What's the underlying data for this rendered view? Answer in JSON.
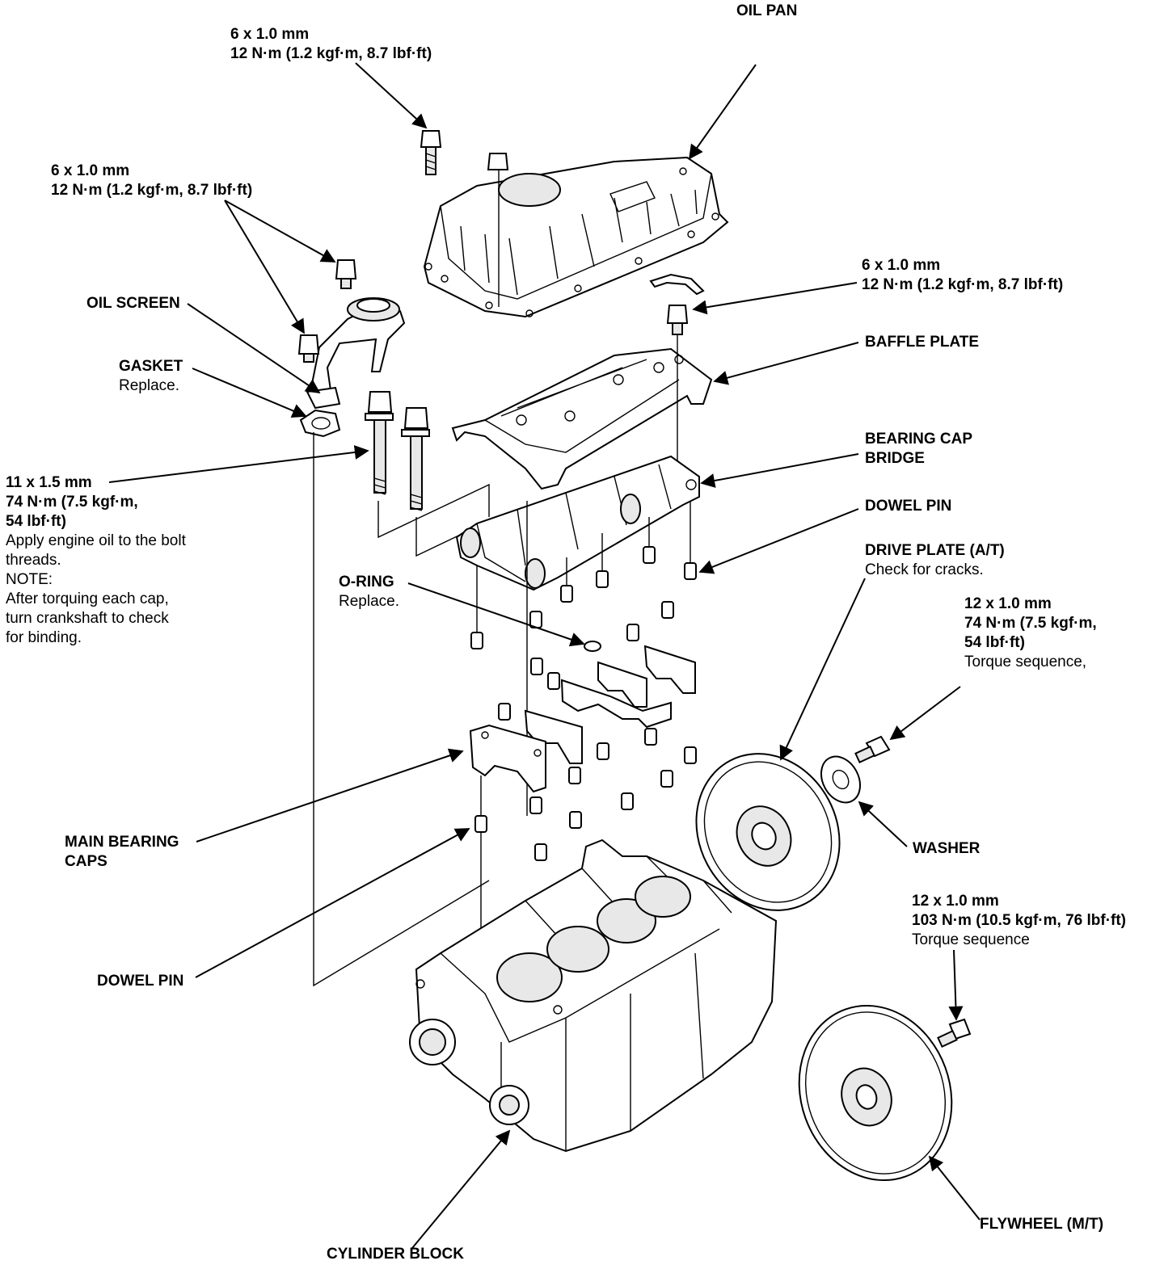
{
  "labels": {
    "oil_pan": "OIL PAN",
    "pan_bolt_size": "6 x 1.0 mm",
    "pan_bolt_torque": "12 N·m (1.2 kgf·m, 8.7 lbf·ft)",
    "screen_bolt_size": "6 x 1.0 mm",
    "screen_bolt_torque": "12 N·m (1.2 kgf·m, 8.7 lbf·ft)",
    "oil_screen": "OIL SCREEN",
    "gasket": "GASKET",
    "gasket_note": "Replace.",
    "baffle_bolt_size": "6 x 1.0 mm",
    "baffle_bolt_torque": "12 N·m (1.2 kgf·m, 8.7 lbf·ft)",
    "baffle_plate": "BAFFLE PLATE",
    "bearing_cap_bridge_1": "BEARING CAP",
    "bearing_cap_bridge_2": "BRIDGE",
    "dowel_pin_upper": "DOWEL PIN",
    "main_bolt_size": "11 x 1.5 mm",
    "main_bolt_torque_1": "74 N·m (7.5 kgf·m,",
    "main_bolt_torque_2": "54 lbf·ft)",
    "main_bolt_note_1": "Apply engine oil to the bolt",
    "main_bolt_note_2": "threads.",
    "main_bolt_note_3": "NOTE:",
    "main_bolt_note_4": "After torquing each cap,",
    "main_bolt_note_5": "turn crankshaft to check",
    "main_bolt_note_6": "for binding.",
    "o_ring": "O-RING",
    "o_ring_note": "Replace.",
    "drive_plate": "DRIVE PLATE (A/T)",
    "drive_plate_note": "Check for cracks.",
    "dp_bolt_size": "12 x 1.0 mm",
    "dp_bolt_torque_1": "74 N·m (7.5 kgf·m,",
    "dp_bolt_torque_2": "54 lbf·ft)",
    "dp_bolt_note": "Torque sequence,",
    "washer": "WASHER",
    "main_bearing_caps_1": "MAIN BEARING",
    "main_bearing_caps_2": "CAPS",
    "dowel_pin_lower": "DOWEL PIN",
    "fw_bolt_size": "12 x 1.0 mm",
    "fw_bolt_torque": "103 N·m (10.5 kgf·m, 76 lbf·ft)",
    "fw_bolt_note": "Torque sequence",
    "cylinder_block": "CYLINDER BLOCK",
    "flywheel": "FLYWHEEL (M/T)"
  }
}
